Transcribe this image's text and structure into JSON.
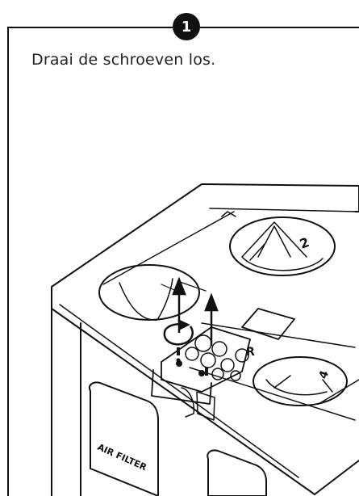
{
  "step": {
    "number": "1"
  },
  "instruction": {
    "text": "Draai de schroeven los."
  },
  "device": {
    "panel_label": "AIR FILTER",
    "port_labels": [
      "2",
      "4"
    ],
    "panel_marks": [
      "R",
      "?"
    ]
  },
  "icons": [
    "arrow-up-icon",
    "rotate-icon",
    "screw-icon"
  ]
}
